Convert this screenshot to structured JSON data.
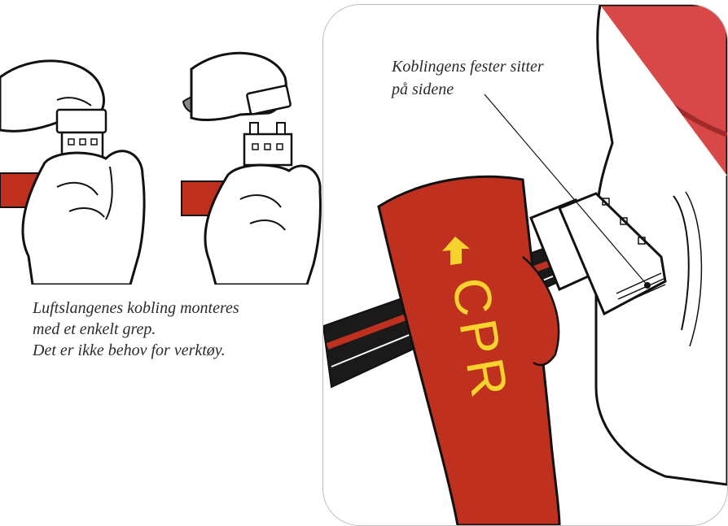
{
  "left": {
    "caption_lines": [
      "Luftslangenes kobling monteres",
      "med et enkelt grep.",
      "Det er ikke behov for verktøy."
    ]
  },
  "right": {
    "callout_lines": [
      "Koblingens fester sitter",
      "på sidene"
    ],
    "strap_label": "CPR"
  },
  "colors": {
    "strap_red": "#c0301f",
    "accent_yellow": "#f6d32d",
    "cushion_red": "#d84848"
  },
  "icons": [
    "arrow-up-icon"
  ]
}
